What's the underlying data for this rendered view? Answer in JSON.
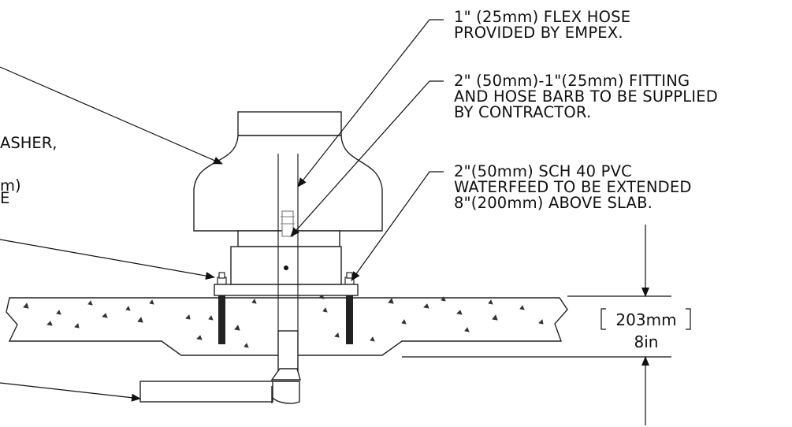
{
  "callouts": [
    {
      "lines": [
        "1\" (25mm) FLEX HOSE",
        "PROVIDED BY EMPEX."
      ]
    },
    {
      "lines": [
        "2\" (50mm)-1\"(25mm) FITTING",
        "AND HOSE BARB TO BE SUPPLIED",
        "BY CONTRACTOR."
      ]
    },
    {
      "lines": [
        "2\"(50mm) SCH 40 PVC",
        "WATERFEED TO BE EXTENDED",
        "8\"(200mm) ABOVE SLAB."
      ]
    }
  ],
  "left_cut_text": [
    "ASHER,",
    "m)",
    "E"
  ],
  "dimension": {
    "metric": "203mm",
    "imperial": "8in"
  }
}
